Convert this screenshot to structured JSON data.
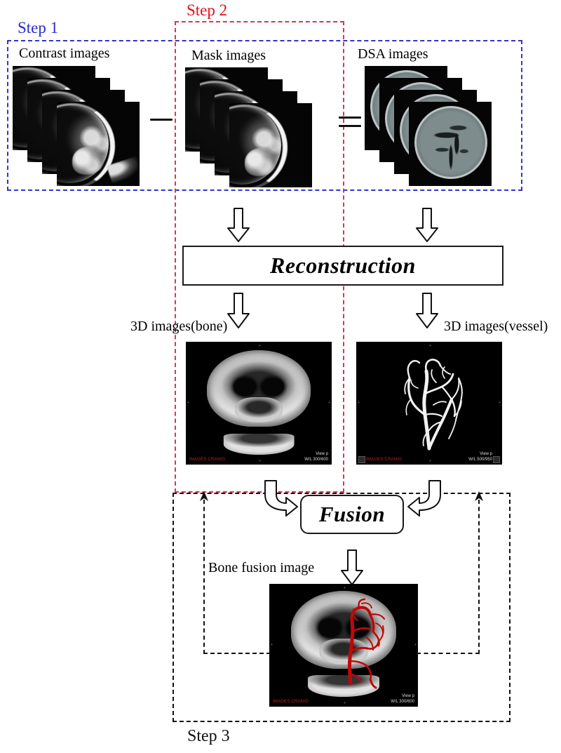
{
  "diagram": {
    "title": "DSA 3D bone-vessel fusion workflow",
    "steps": [
      {
        "id": "step1",
        "label": "Step 1",
        "color": "#2b2bcc"
      },
      {
        "id": "step2",
        "label": "Step 2",
        "color": "#e01020"
      },
      {
        "id": "step3",
        "label": "Step 3",
        "color": "#111111"
      }
    ],
    "captions": {
      "contrast": "Contrast images",
      "mask": "Mask images",
      "dsa": "DSA images",
      "bone3d": "3D images(bone)",
      "vessel3d": "3D images(vessel)",
      "bone_fusion": "Bone fusion image"
    },
    "operators": {
      "minus": "minus-sign",
      "equals": "equals-sign"
    },
    "process_boxes": {
      "reconstruction": "Reconstruction",
      "fusion": "Fusion"
    },
    "image_stacks": {
      "contrast_count": 4,
      "mask_count": 4,
      "dsa_count": 4
    },
    "viewer_overlays": {
      "bone": {
        "patient_tag": "IMAGES CRANIO",
        "window_line1": "View p",
        "window_line2": "W/L 300/600"
      },
      "vessel": {
        "patient_tag": "IMAGES CRANIO",
        "window_line1": "View p",
        "window_line2": "W/L 500/950"
      },
      "fusion": {
        "patient_tag": "IMAGES CRANIO",
        "window_line1": "View p",
        "window_line2": "W/L 300/600"
      }
    },
    "arrows": {
      "mask_to_recon": "down-block-arrow",
      "dsa_to_recon": "down-block-arrow",
      "recon_to_bone": "down-block-arrow",
      "recon_to_vessel": "down-block-arrow",
      "bone_to_fusion": "curved-right-block-arrow",
      "vessel_to_fusion": "curved-left-block-arrow",
      "fusion_to_output": "down-block-arrow",
      "feedback_left": "up-arrowhead",
      "feedback_right": "up-arrowhead"
    }
  }
}
